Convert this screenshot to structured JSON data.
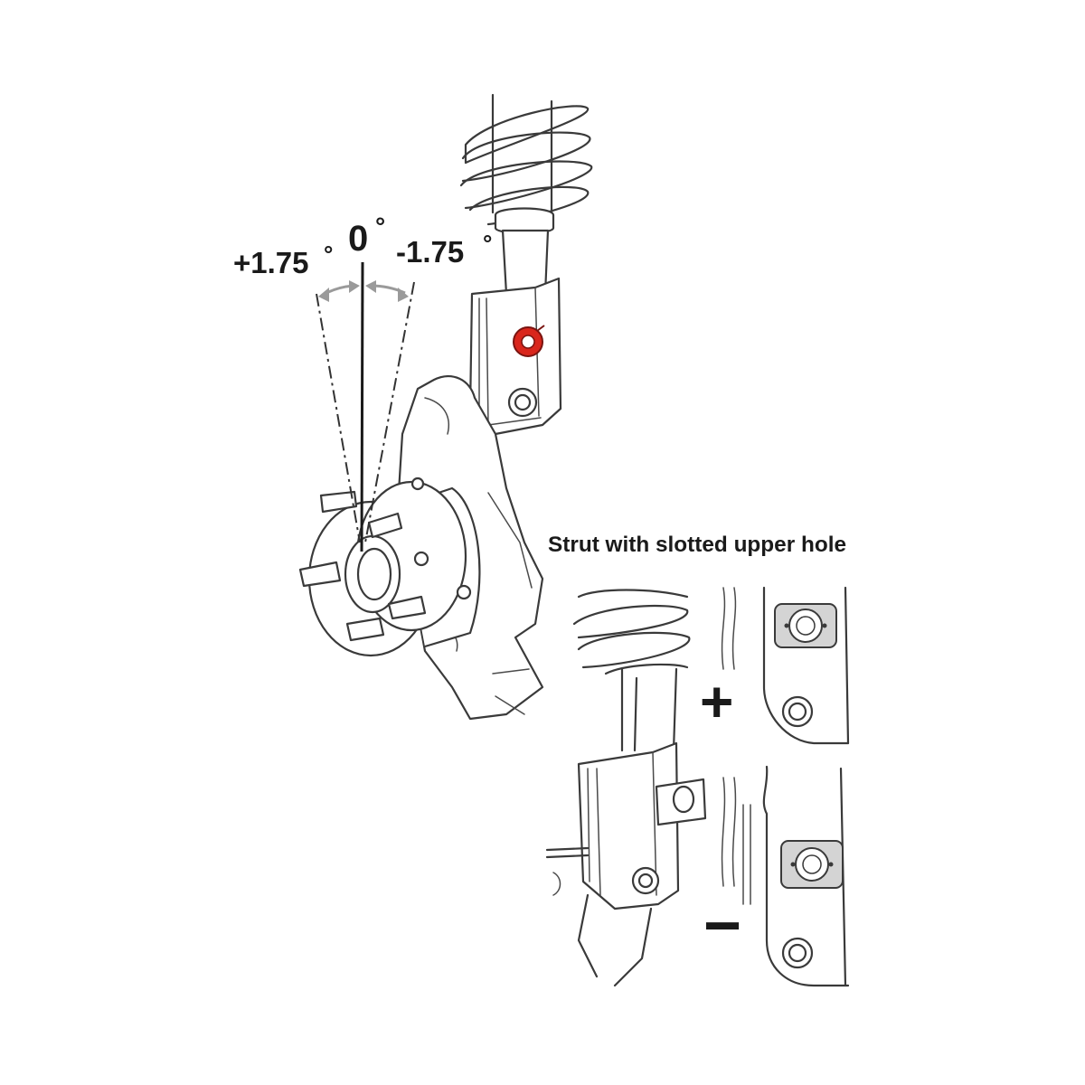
{
  "labels": {
    "zero": "0",
    "positive": "+1.75",
    "negative": "-1.75",
    "degree": "°"
  },
  "inset": {
    "title": "Strut with slotted upper hole",
    "plus_sign": "+",
    "minus_sign": "−"
  },
  "colors": {
    "bolt_highlight": "#d9261c",
    "line": "#3a3a3a",
    "plate_fill": "#d4d4d4",
    "arc_gray": "#9a9a9a"
  }
}
